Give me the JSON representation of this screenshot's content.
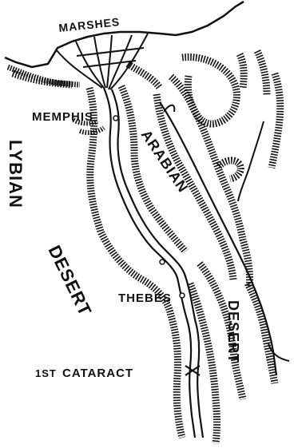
{
  "map": {
    "labels": {
      "marshes": "MARSHES",
      "memphis": "MEMPHIS",
      "lybian": "LYBIAN",
      "desert_west": "DESERT",
      "arabian": "ARABIAN",
      "desert_east": "DESERT",
      "thebes": "THEBES",
      "cataract_prefix": "1ST",
      "cataract": "CATARACT"
    },
    "colors": {
      "ink": "#111111",
      "paper": "#ffffff"
    }
  }
}
